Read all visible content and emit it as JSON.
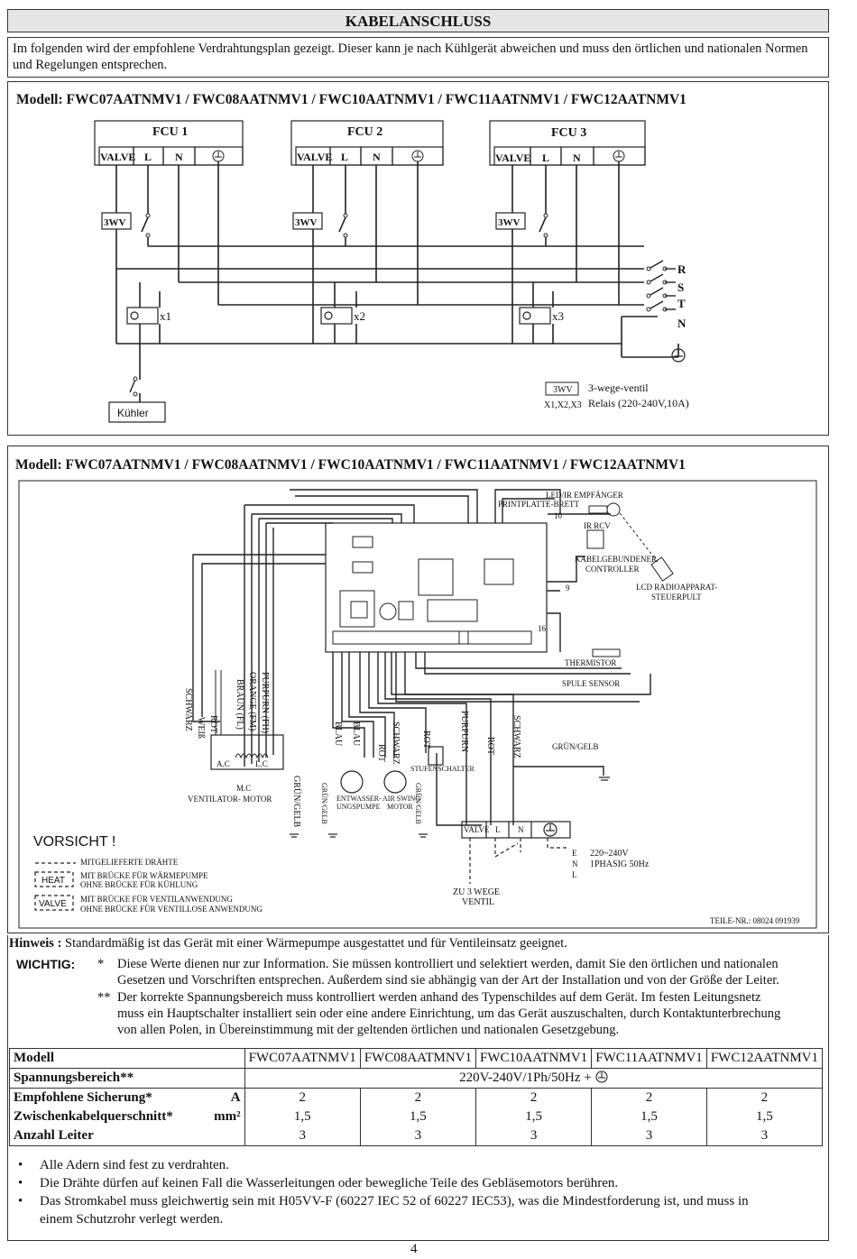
{
  "page_title": "KABELANSCHLUSS",
  "intro": "Im folgenden wird der empfohlene Verdrahtungsplan gezeigt. Dieser kann je nach Kühlgerät abweichen und muss den örtlichen und nationalen Normen und Regelungen entsprechen.",
  "diagram1": {
    "model": "Modell: FWC07AATNMV1 / FWC08AATNMV1 / FWC10AATNMV1 / FWC11AATNMV1 / FWC12AATNMV1",
    "fcu": [
      "FCU 1",
      "FCU 2",
      "FCU 3"
    ],
    "terminal_valve": "VALVE",
    "terminal_l": "L",
    "terminal_n": "N",
    "wv": "3WV",
    "relays": [
      "x1",
      "x2",
      "x3"
    ],
    "phases": [
      "R",
      "S",
      "T",
      "N"
    ],
    "chiller": "Kühler",
    "legend_wv_symbol": "3WV",
    "legend_wv_text": "3-wege-ventil",
    "legend_relay_symbol": "X1,X2,X3",
    "legend_relay_text": "Relais (220-240V,10A)"
  },
  "diagram2": {
    "model": "Modell: FWC07AATNMV1 / FWC08AATNMV1 / FWC10AATNMV1 / FWC11AATNMV1 / FWC12AATNMV1",
    "led_receiver": "LED/IR EMPFÄNGER",
    "pcb": "PRINTPLATTE-BRETT",
    "ir_rcv": "IR RCV",
    "wired_controller_1": "KABELGEBUNDENER",
    "wired_controller_2": "CONTROLLER",
    "lcd_1": "LCD RADIOAPPARAT-",
    "lcd_2": "STEUERPULT",
    "pin_10": "10",
    "pin_9": "9",
    "pin_16": "16",
    "thermistor": "THERMISTOR",
    "coil_sensor": "SPULE SENSOR",
    "wire_labels_motor": [
      "SCHWARZ",
      "WEIß",
      "ROT",
      "BRAUN (FL)",
      "ORANGE (FM)",
      "PURPURN (FH)"
    ],
    "motor_ac": "A.C",
    "motor_lc": "L.C",
    "motor_mc": "M.C",
    "fan_motor": "VENTILATOR- MOTOR",
    "gruen_gelb": "GRÜN/GELB",
    "wire_blau_1": "BLAU",
    "wire_blau_2": "BLAU",
    "wire_rot_1": "ROT",
    "wire_schwarz_1": "SCHWARZ",
    "wire_rot_2": "ROT",
    "wire_purpurn": "PURPURN",
    "wire_rot_3": "ROT",
    "wire_schwarz_2": "SCHWARZ",
    "drain_pump_1": "ENTWASSER-",
    "drain_pump_2": "UNGSPUMPE",
    "air_swing_1": "AIR SWING",
    "air_swing_2": "MOTOR",
    "step_switch": "STUFENSCHALTER",
    "gruen_gelb_right": "GRÜN/GELB",
    "terminal_valve": "VALVE",
    "terminal_l": "L",
    "terminal_n": "N",
    "supply_e": "E",
    "supply_n": "N",
    "supply_l": "L",
    "supply_voltage": "220~240V",
    "supply_phase": "1PHASIG 50Hz",
    "valve_caption_1": "ZU 3 WEGE",
    "valve_caption_2": "VENTIL",
    "caution": "VORSICHT !",
    "legend_dashed": "MITGELIEFERTE DRÄHTE",
    "legend_heat_tag": "HEAT",
    "legend_heat_1": "MIT BRÜCKE FÜR WÄRMEPUMPE",
    "legend_heat_2": "OHNE BRÜCKE FÜR KÜHLUNG",
    "legend_valve_tag": "VALVE",
    "legend_valve_1": "MIT BRÜCKE FÜR VENTILANWENDUNG",
    "legend_valve_2": "OHNE BRÜCKE FÜR VENTILLOSE ANWENDUNG",
    "part_no": "TEILE-NR.: 08024 091939"
  },
  "notes": {
    "hint_label": "Hinweis :",
    "hint_text": "Standardmäßig ist das Gerät mit einer Wärmepumpe ausgestattet und für Ventileinsatz geeignet.",
    "important_label": "WICHTIG:",
    "star1_mark": "*",
    "star1_line1": "Diese Werte dienen nur zur Information. Sie müssen kontrolliert und selektiert werden, damit Sie den örtlichen und nationalen",
    "star1_line2": "Gesetzen und Vorschriften entsprechen. Außerdem sind sie abhängig van der Art der Installation und von der Größe der Leiter.",
    "star2_mark": "**",
    "star2_line1": "Der korrekte Spannungsbereich muss kontrolliert werden anhand des Typenschildes auf dem Gerät. Im festen Leitungsnetz",
    "star2_line2": "muss ein Hauptschalter installiert sein oder eine andere Einrichtung, um das Gerät auszuschalten, durch Kontaktunterbrechung",
    "star2_line3": "von allen Polen, in Übereinstimmung mit der geltenden örtlichen und nationalen Gesetzgebung."
  },
  "spec_table": {
    "header_label": "Modell",
    "models": [
      "FWC07AATNMV1",
      "FWC08AATMNV1",
      "FWC10AATNMV1",
      "FWC11AATNMV1",
      "FWC12AATNMV1"
    ],
    "voltage_label": "Spannungsbereich**",
    "voltage_value": "220V-240V/1Ph/50Hz +",
    "fuse_label": "Empfohlene Sicherung*",
    "fuse_unit": "A",
    "fuse_values": [
      "2",
      "2",
      "2",
      "2",
      "2"
    ],
    "cable_label": "Zwischenkabelquerschnitt*",
    "cable_unit": "mm²",
    "cable_values": [
      "1,5",
      "1,5",
      "1,5",
      "1,5",
      "1,5"
    ],
    "conductor_label": "Anzahl Leiter",
    "conductor_values": [
      "3",
      "3",
      "3",
      "3",
      "3"
    ]
  },
  "bullets": [
    "Alle Adern sind fest zu verdrahten.",
    "Die Drähte dürfen auf keinen Fall die Wasserleitungen oder bewegliche Teile des Gebläsemotors berühren.",
    "Das Stromkabel muss gleichwertig sein mit H05VV-F (60227 IEC 52 of 60227 IEC53), was die Mindestforderung ist, und muss in einem Schutzrohr verlegt werden."
  ],
  "bullet_mark": "•",
  "page_number": "4"
}
